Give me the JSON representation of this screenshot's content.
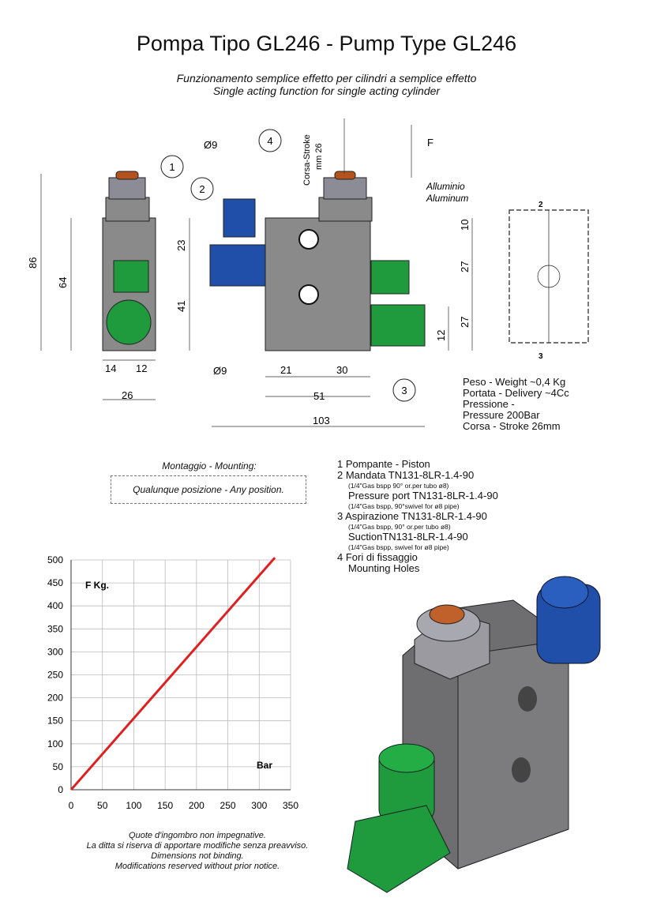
{
  "title": "Pompa Tipo GL246 - Pump Type GL246",
  "subtitle_it": "Funzionamento semplice effetto per cilindri a semplice effetto",
  "subtitle_en": "Single acting function for single acting cylinder",
  "drawing": {
    "callouts": [
      "1",
      "2",
      "3",
      "4"
    ],
    "dims": {
      "h86": "86",
      "h64": "64",
      "w14": "14",
      "w12": "12",
      "w26": "26",
      "h23": "23",
      "h41": "41",
      "d9a": "Ø9",
      "d9b": "Ø9",
      "w21": "21",
      "w30": "30",
      "w51": "51",
      "w103": "103",
      "v10": "10",
      "v27a": "27",
      "v27b": "27",
      "v12": "12",
      "stroke": "Corsa-Stroke",
      "stroke_mm": "mm 26"
    },
    "force": "F",
    "material_it": "Alluminio",
    "material_en": "Aluminum",
    "schematic_ports": [
      "2",
      "3"
    ],
    "colors": {
      "body": "#8a8a8a",
      "blue": "#1f4fa8",
      "green": "#1f9a3c",
      "cap": "#b4521e"
    }
  },
  "specs": [
    "Peso - Weight ~0,4 Kg",
    "Portata - Delivery  ~4Cc",
    "Pressione -",
    "Pressure 200Bar",
    "Corsa - Stroke 26mm"
  ],
  "mounting": {
    "label": "Montaggio - Mounting:",
    "value": "Qualunque posizione - Any position."
  },
  "parts": [
    {
      "text": "1 Pompante - Piston",
      "size": "n"
    },
    {
      "text": "2 Mandata TN131-8LR-1.4-90",
      "size": "n"
    },
    {
      "text": "(1/4\"Gas bspp 90° or.per tubo ø8)",
      "size": "t"
    },
    {
      "text": "Pressure port TN131-8LR-1.4-90",
      "size": "i"
    },
    {
      "text": "(1/4\"Gas bspp, 90°swivel for ø8 pipe)",
      "size": "t"
    },
    {
      "text": "3 Aspirazione TN131-8LR-1.4-90",
      "size": "n"
    },
    {
      "text": "(1/4\"Gas bspp, 90° or.per tubo ø8)",
      "size": "t"
    },
    {
      "text": "SuctionTN131-8LR-1.4-90",
      "size": "i"
    },
    {
      "text": "(1/4\"Gas bspp, swivel for ø8 pipe)",
      "size": "t"
    },
    {
      "text": "4 Fori di fissaggio",
      "size": "n"
    },
    {
      "text": "Mounting Holes",
      "size": "i"
    }
  ],
  "notes": [
    "Quote d'ingombro non impegnative.",
    "La ditta si riserva di apportare modifiche senza preavviso.",
    "Dimensions not binding.",
    "Modifications reserved without  prior notice."
  ],
  "chart_data": {
    "type": "line",
    "title": "",
    "xlabel": "Bar",
    "ylabel": "F Kg.",
    "xlim": [
      0,
      350
    ],
    "ylim": [
      0,
      500
    ],
    "xticks": [
      0,
      50,
      100,
      150,
      200,
      250,
      300,
      350
    ],
    "yticks": [
      0,
      50,
      100,
      150,
      200,
      250,
      300,
      350,
      400,
      450,
      500
    ],
    "grid": true,
    "series": [
      {
        "name": "F",
        "color": "#e02020",
        "x": [
          0,
          325
        ],
        "y": [
          0,
          505
        ]
      }
    ]
  }
}
